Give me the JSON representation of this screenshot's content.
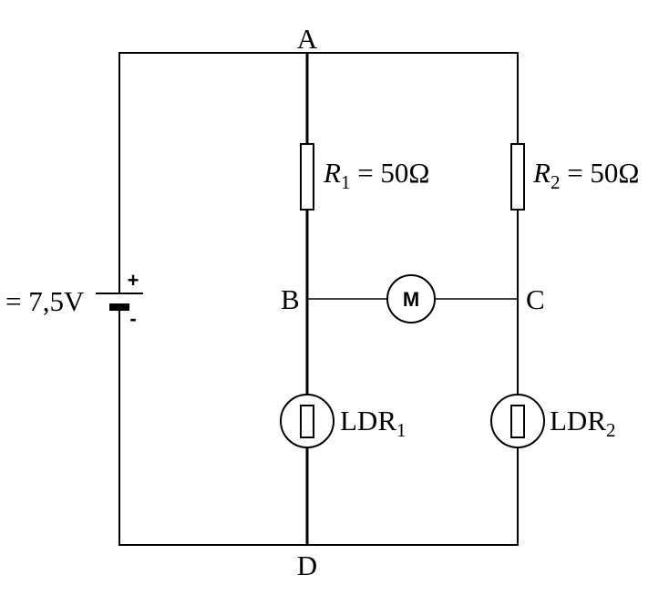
{
  "nodes": {
    "a": "A",
    "b": "B",
    "c": "C",
    "d": "D"
  },
  "battery": {
    "label": "= 7,5V",
    "plus": "+",
    "minus": "-"
  },
  "r1": {
    "symbol": "R",
    "subscript": "1",
    "value": " = 50Ω"
  },
  "r2": {
    "symbol": "R",
    "subscript": "2",
    "value": " = 50Ω"
  },
  "motor": {
    "label": "M"
  },
  "ldr1": {
    "name": "LDR",
    "subscript": "1"
  },
  "ldr2": {
    "name": "LDR",
    "subscript": "2"
  }
}
